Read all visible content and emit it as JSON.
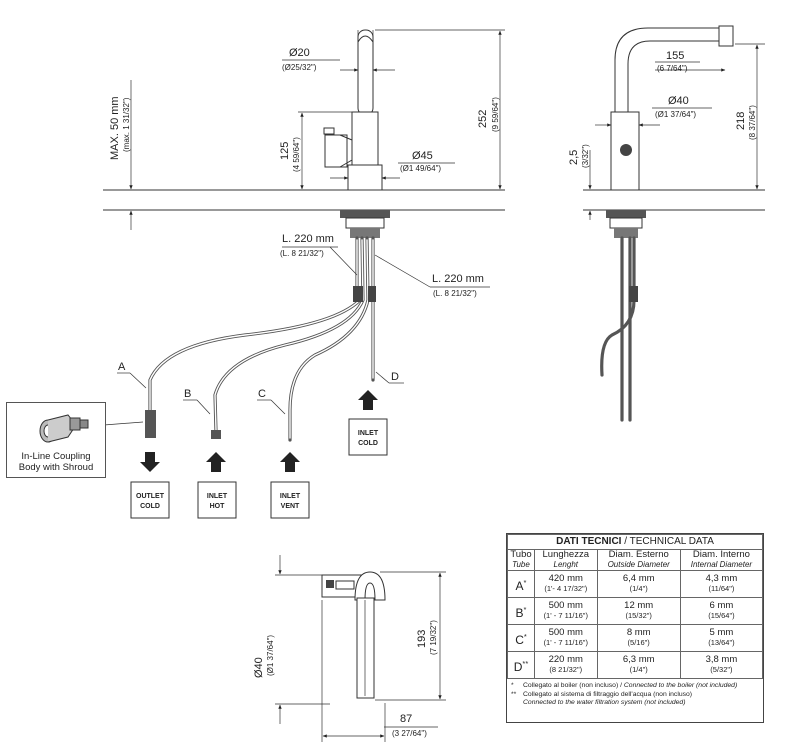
{
  "front_view": {
    "dims": {
      "spout_diameter": "Ø20",
      "spout_diameter_in": "(Ø25/32\")",
      "body_diameter": "Ø45",
      "body_diameter_in": "(Ø1 49/64\")",
      "total_height": "252",
      "total_height_in": "(9 59/64\")",
      "body_height": "125",
      "body_height_in": "(4 59/64\")",
      "max_thickness": "MAX. 50 mm",
      "max_thickness_in": "(max. 1 31/32\")",
      "hose_length_a": "L. 220 mm",
      "hose_length_a_in": "(L. 8 21/32\")",
      "hose_length_b": "L. 220 mm",
      "hose_length_b_in": "(L. 8 21/32\")"
    },
    "tube_labels": [
      "A",
      "B",
      "C",
      "D"
    ],
    "connections": {
      "outlet_cold": [
        "OUTLET",
        "COLD"
      ],
      "inlet_hot": [
        "INLET",
        "HOT"
      ],
      "inlet_vent": [
        "INLET",
        "VENT"
      ],
      "inlet_cold": [
        "INLET",
        "COLD"
      ]
    },
    "coupling_label_line1": "In-Line Coupling",
    "coupling_label_line2": "Body with Shroud"
  },
  "side_view": {
    "dims": {
      "reach": "155",
      "reach_in": "(6 7/64\")",
      "body_diameter": "Ø40",
      "body_diameter_in": "(Ø1 37/64\")",
      "height": "218",
      "height_in": "(8 37/64\")",
      "base": "2,5",
      "base_in": "(3/32\")"
    }
  },
  "top_view": {
    "dims": {
      "diameter": "Ø40",
      "diameter_in": "(Ø1 37/64\")",
      "height": "193",
      "height_in": "(7 19/32\")",
      "width": "87",
      "width_in": "(3 27/64\")"
    }
  },
  "technical_data": {
    "title_it": "DATI TECNICI",
    "title_en": " / TECHNICAL DATA",
    "headers": [
      {
        "it": "Tubo",
        "en": "Tube"
      },
      {
        "it": "Lunghezza",
        "en": "Lenght"
      },
      {
        "it": "Diam. Esterno",
        "en": "Outside Diameter"
      },
      {
        "it": "Diam. Interno",
        "en": "Internal Diameter"
      }
    ],
    "rows": [
      {
        "tube": "A",
        "mark": "*",
        "length": "420 mm",
        "length_in": "(1'- 4 17/32\")",
        "outside": "6,4 mm",
        "outside_in": "(1/4\")",
        "internal": "4,3 mm",
        "internal_in": "(11/64\")"
      },
      {
        "tube": "B",
        "mark": "*",
        "length": "500 mm",
        "length_in": "(1' - 7 11/16\")",
        "outside": "12 mm",
        "outside_in": "(15/32\")",
        "internal": "6 mm",
        "internal_in": "(15/64\")"
      },
      {
        "tube": "C",
        "mark": "*",
        "length": "500 mm",
        "length_in": "(1' - 7 11/16\")",
        "outside": "8 mm",
        "outside_in": "(5/16\")",
        "internal": "5 mm",
        "internal_in": "(13/64\")"
      },
      {
        "tube": "D",
        "mark": "**",
        "length": "220 mm",
        "length_in": "(8 21/32\")",
        "outside": "6,3 mm",
        "outside_in": "(1/4\")",
        "internal": "3,8 mm",
        "internal_in": "(5/32\")"
      }
    ],
    "notes": [
      {
        "mark": "*",
        "it": "Collegato al boiler (non incluso) / ",
        "en": "Connected to the boiler (not included)"
      },
      {
        "mark": "**",
        "it": "Collegato al sistema di filtraggio dell'acqua (non incluso)",
        "en": "Connected to the water filtration system (not included)"
      }
    ]
  }
}
